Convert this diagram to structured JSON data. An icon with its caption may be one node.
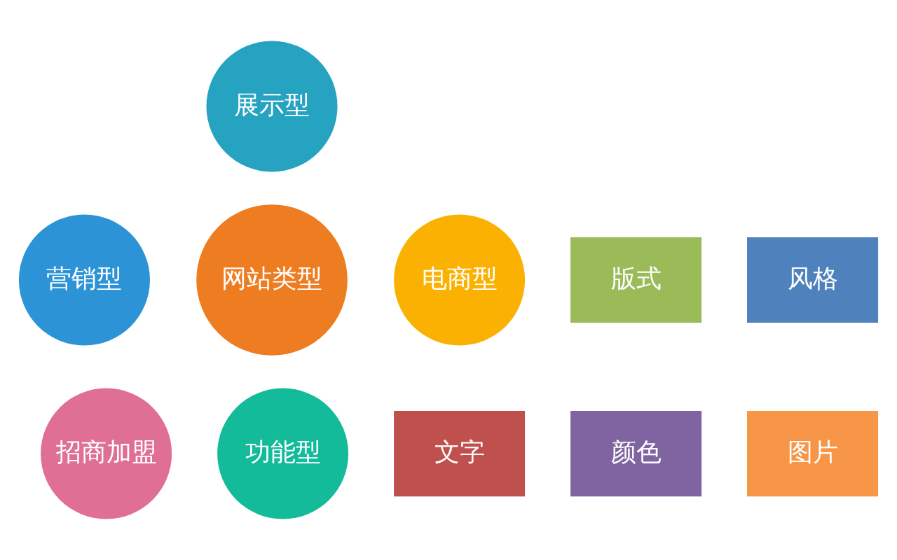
{
  "diagram": {
    "nodes": [
      {
        "text": [
          "展示型"
        ]
      },
      {
        "text": [
          "营销型"
        ]
      },
      {
        "text": [
          "电商型"
        ]
      },
      {
        "text": [
          "网站类型"
        ]
      },
      {
        "text": [
          "招商加盟"
        ]
      },
      {
        "text": [
          "功能型"
        ]
      },
      {
        "text": [
          "版式"
        ]
      },
      {
        "text": [
          "风格"
        ]
      },
      {
        "text": [
          "文字"
        ]
      },
      {
        "text": [
          "颜色"
        ]
      },
      {
        "text": [
          "图片"
        ]
      }
    ]
  }
}
